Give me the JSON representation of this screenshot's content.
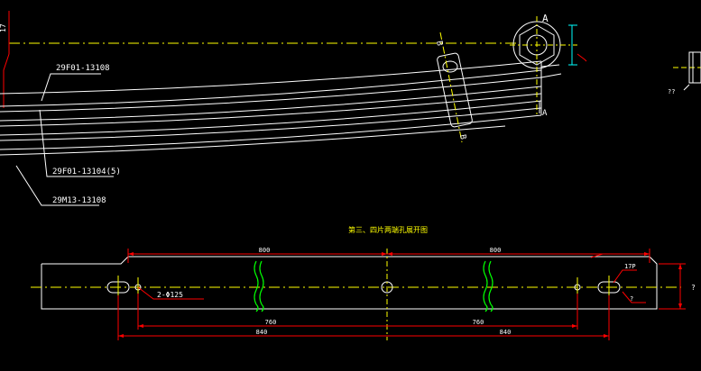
{
  "colors": {
    "background": "#000000",
    "outline": "#ffffff",
    "centerline": "#ffff00",
    "dimension": "#ff0000",
    "break_line": "#00ff00",
    "label": "#ffffff",
    "title": "#ffff00",
    "cyan": "#00ffff"
  },
  "upper_view": {
    "callouts": {
      "part_1": "29F01-13108",
      "part_2": "29F01-13104(5)",
      "part_3": "29M13-13108"
    },
    "section_labels": {
      "a_top": "A",
      "a_bottom": "A",
      "b_top": "B",
      "b_bottom": "B"
    },
    "misc": {
      "left_edge_value": "17",
      "right_note": "??"
    }
  },
  "lower_view": {
    "title": "第三、四片两端孔展开图",
    "dimensions": {
      "top_left": "800",
      "top_right": "800",
      "inner_left": "760",
      "inner_right": "760",
      "outer_left": "840",
      "outer_right": "840",
      "hole_callout": "2-Φ125",
      "right_height": "?",
      "right_slot": "17P",
      "right_note": "?"
    }
  }
}
